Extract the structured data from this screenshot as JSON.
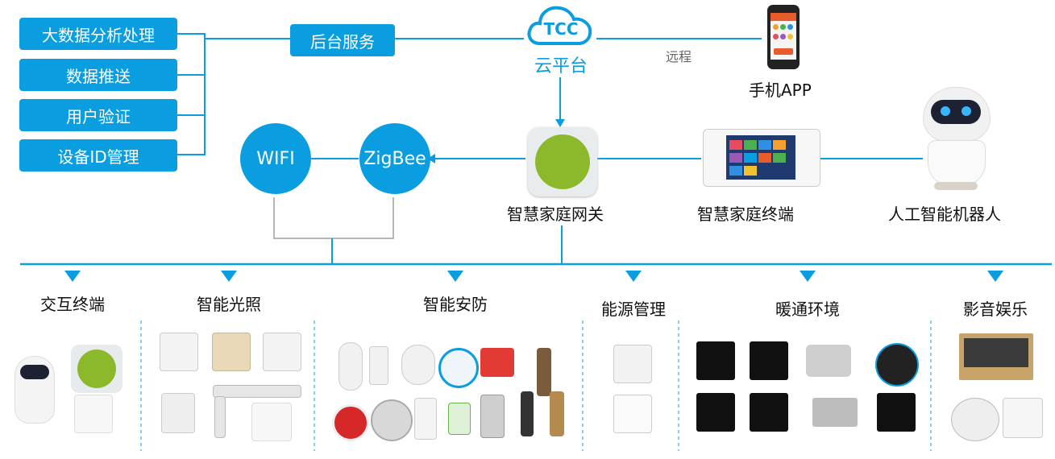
{
  "services": [
    "大数据分析处理",
    "数据推送",
    "用户验证",
    "设备ID管理"
  ],
  "backend_label": "后台服务",
  "cloud": {
    "logo": "TCC",
    "name": "云平台"
  },
  "remote_label": "远程",
  "phone_label": "手机APP",
  "wifi_label": "WIFI",
  "zigbee_label": "ZigBee",
  "gateway_label": "智慧家庭网关",
  "terminal_label": "智慧家庭终端",
  "robot_label": "人工智能机器人",
  "sections": [
    "交互终端",
    "智能光照",
    "智能安防",
    "能源管理",
    "暖通环境",
    "影音娱乐"
  ],
  "colors": {
    "accent": "#0a9ee0",
    "gateway_green": "#8cb92c",
    "line_gray": "#9e9e9e"
  }
}
